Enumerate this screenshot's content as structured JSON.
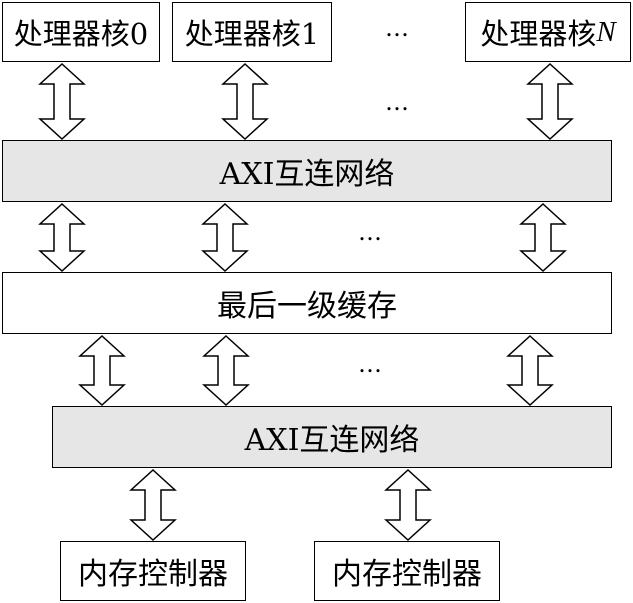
{
  "cores": [
    {
      "label": "处理器核0"
    },
    {
      "label": "处理器核1"
    },
    {
      "label": "处理器核",
      "suffix": "N"
    }
  ],
  "ellipsis": "…",
  "interconnect_top": {
    "label": "AXI互连网络"
  },
  "llc": {
    "label": "最后一级缓存"
  },
  "interconnect_bottom": {
    "label": "AXI互连网络"
  },
  "memory_controllers": [
    {
      "label": "内存控制器"
    },
    {
      "label": "内存控制器"
    }
  ]
}
